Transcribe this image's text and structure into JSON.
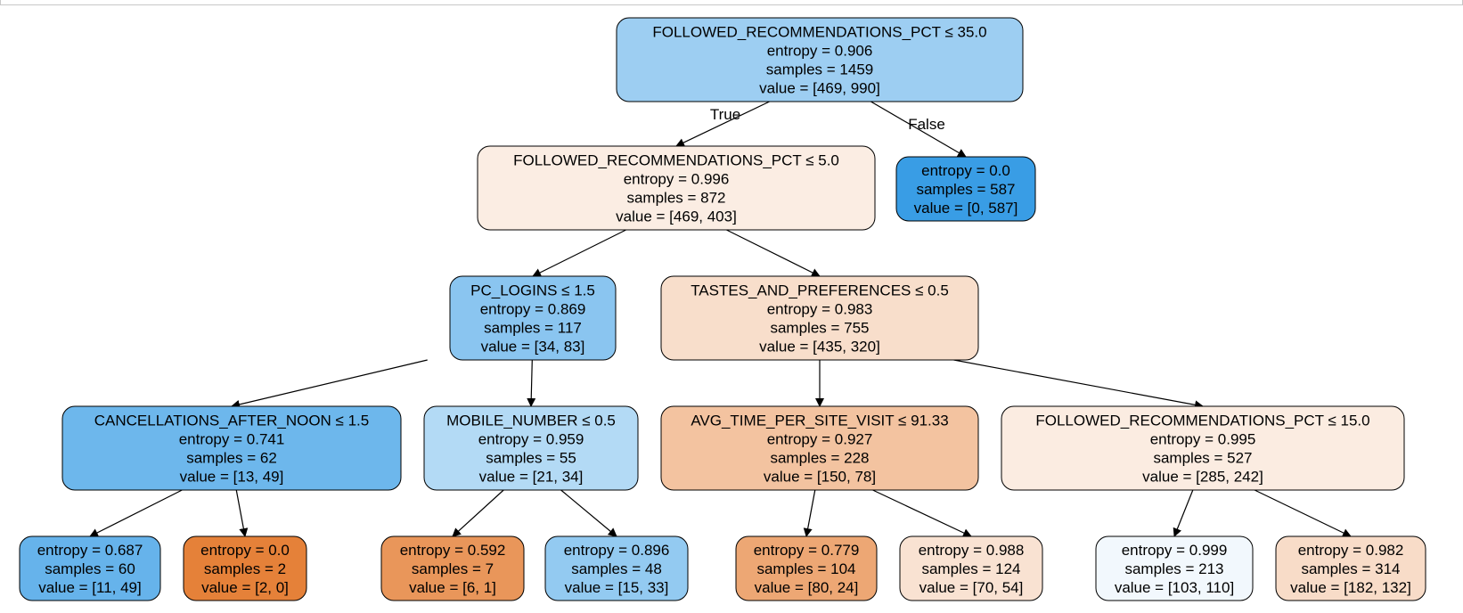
{
  "tree": {
    "edge_labels": {
      "true_label": "True",
      "false_label": "False"
    },
    "nodes": [
      {
        "id": "n0",
        "lines": [
          "FOLLOWED_RECOMMENDATIONS_PCT ≤ 35.0",
          "entropy = 0.906",
          "samples = 1459",
          "value = [469, 990]"
        ],
        "fill": "#9dcef2"
      },
      {
        "id": "n1",
        "lines": [
          "FOLLOWED_RECOMMENDATIONS_PCT ≤ 5.0",
          "entropy = 0.996",
          "samples = 872",
          "value = [469, 403]"
        ],
        "fill": "#fbede3"
      },
      {
        "id": "n2",
        "lines": [
          "entropy = 0.0",
          "samples = 587",
          "value = [0, 587]"
        ],
        "fill": "#399de5"
      },
      {
        "id": "n3",
        "lines": [
          "PC_LOGINS ≤ 1.5",
          "entropy = 0.869",
          "samples = 117",
          "value = [34, 83]"
        ],
        "fill": "#8ac5f0"
      },
      {
        "id": "n4",
        "lines": [
          "TASTES_AND_PREFERENCES ≤ 0.5",
          "entropy = 0.983",
          "samples = 755",
          "value = [435, 320]"
        ],
        "fill": "#f8decb"
      },
      {
        "id": "n5",
        "lines": [
          "CANCELLATIONS_AFTER_NOON ≤ 1.5",
          "entropy = 0.741",
          "samples = 62",
          "value = [13, 49]"
        ],
        "fill": "#6db7ec"
      },
      {
        "id": "n6",
        "lines": [
          "MOBILE_NUMBER ≤ 0.5",
          "entropy = 0.959",
          "samples = 55",
          "value = [21, 34]"
        ],
        "fill": "#b3daf5"
      },
      {
        "id": "n7",
        "lines": [
          "AVG_TIME_PER_SITE_VISIT ≤ 91.33",
          "entropy = 0.927",
          "samples = 228",
          "value = [150, 78]"
        ],
        "fill": "#f3c3a0"
      },
      {
        "id": "n8",
        "lines": [
          "FOLLOWED_RECOMMENDATIONS_PCT ≤ 15.0",
          "entropy = 0.995",
          "samples = 527",
          "value = [285, 242]"
        ],
        "fill": "#fbece1"
      },
      {
        "id": "n9",
        "lines": [
          "entropy = 0.687",
          "samples = 60",
          "value = [11, 49]"
        ],
        "fill": "#66b3eb"
      },
      {
        "id": "n10",
        "lines": [
          "entropy = 0.0",
          "samples = 2",
          "value = [2, 0]"
        ],
        "fill": "#e58139"
      },
      {
        "id": "n11",
        "lines": [
          "entropy = 0.592",
          "samples = 7",
          "value = [6, 1]"
        ],
        "fill": "#e9965a"
      },
      {
        "id": "n12",
        "lines": [
          "entropy = 0.896",
          "samples = 48",
          "value = [15, 33]"
        ],
        "fill": "#93caf1"
      },
      {
        "id": "n13",
        "lines": [
          "entropy = 0.779",
          "samples = 104",
          "value = [80, 24]"
        ],
        "fill": "#eda774"
      },
      {
        "id": "n14",
        "lines": [
          "entropy = 0.988",
          "samples = 124",
          "value = [70, 54]"
        ],
        "fill": "#f9e2d2"
      },
      {
        "id": "n15",
        "lines": [
          "entropy = 0.999",
          "samples = 213",
          "value = [103, 110]"
        ],
        "fill": "#f2f8fd"
      },
      {
        "id": "n16",
        "lines": [
          "entropy = 0.982",
          "samples = 314",
          "value = [182, 132]"
        ],
        "fill": "#f8dcc8"
      }
    ],
    "edges": [
      {
        "from": "n0",
        "to": "n1"
      },
      {
        "from": "n0",
        "to": "n2"
      },
      {
        "from": "n1",
        "to": "n3"
      },
      {
        "from": "n1",
        "to": "n4"
      },
      {
        "from": "n3",
        "to": "n5"
      },
      {
        "from": "n3",
        "to": "n6"
      },
      {
        "from": "n4",
        "to": "n7"
      },
      {
        "from": "n4",
        "to": "n8"
      },
      {
        "from": "n5",
        "to": "n9"
      },
      {
        "from": "n5",
        "to": "n10"
      },
      {
        "from": "n6",
        "to": "n11"
      },
      {
        "from": "n6",
        "to": "n12"
      },
      {
        "from": "n7",
        "to": "n13"
      },
      {
        "from": "n7",
        "to": "n14"
      },
      {
        "from": "n8",
        "to": "n15"
      },
      {
        "from": "n8",
        "to": "n16"
      }
    ]
  }
}
